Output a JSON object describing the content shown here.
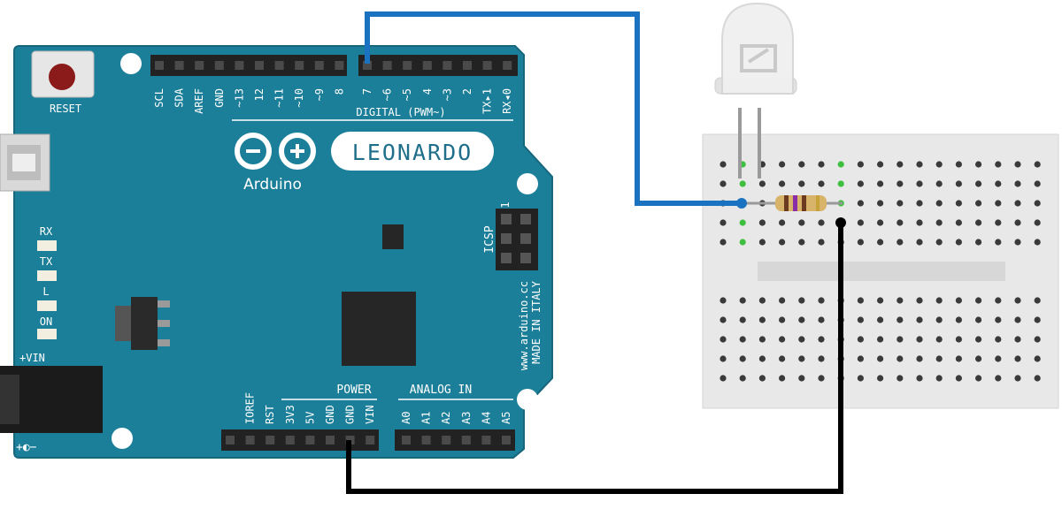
{
  "board": {
    "model": "LEONARDO",
    "brand": "Arduino",
    "reset_label": "RESET",
    "digital_title": "DIGITAL (PWM~)",
    "power_title": "POWER",
    "analog_title": "ANALOG IN",
    "icsp_label": "ICSP",
    "icsp_pin1": "1",
    "vin_label": "+VIN",
    "polarity_label": "+◐−",
    "side_text_1": "www.arduino.cc",
    "side_text_2": "MADE IN ITALY",
    "digital_pins": [
      "SCL",
      "SDA",
      "AREF",
      "GND",
      "~13",
      "12",
      "~11",
      "~10",
      "~9",
      "8",
      "7",
      "~6",
      "~5",
      "4",
      "~3",
      "2",
      "TX▸1",
      "RX◂0"
    ],
    "power_pins": [
      "IOREF",
      "RST",
      "3V3",
      "5V",
      "GND",
      "GND",
      "VIN"
    ],
    "analog_pins": [
      "A0",
      "A1",
      "A2",
      "A3",
      "A4",
      "A5"
    ],
    "leds": [
      "RX",
      "TX",
      "L",
      "ON"
    ]
  },
  "colors": {
    "board": "#1c7f9a",
    "board_edge": "#16667c",
    "header": "#222222",
    "wire_signal": "#1b72c0",
    "wire_ground": "#000000",
    "breadboard": "#e8e8e8",
    "hole": "#3a3a3a",
    "hole_active": "#3fbf3f",
    "led_body": "#eeeeee",
    "resistor": "#d8b46a"
  },
  "connections": [
    {
      "from": "digital pin 7",
      "to": "breadboard row (LED anode column)",
      "wire": "signal"
    },
    {
      "from": "GND (power header)",
      "to": "breadboard (resistor end column)",
      "wire": "ground"
    }
  ]
}
